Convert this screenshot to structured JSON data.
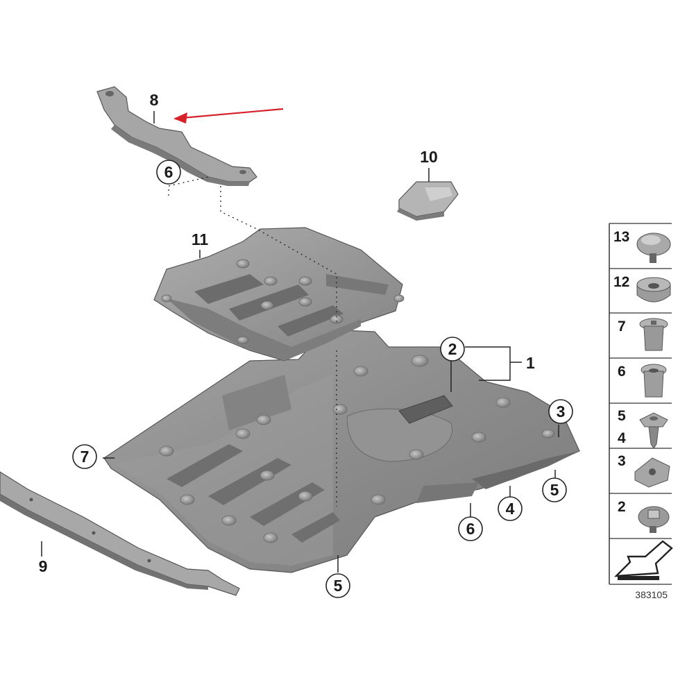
{
  "callouts": {
    "c1": "1",
    "c2": "2",
    "c3": "3",
    "c4": "4",
    "c5a": "5",
    "c5b": "5",
    "c6a": "6",
    "c6b": "6",
    "c7": "7",
    "c8": "8",
    "c9": "9",
    "c10": "10",
    "c11": "11"
  },
  "legend": {
    "items": [
      "13",
      "12",
      "7",
      "6",
      "5",
      "4",
      "3",
      "2"
    ]
  },
  "reference_number": "383105",
  "colors": {
    "part_fill": "#8f8f8f",
    "part_dark": "#6e6e6e",
    "part_light": "#b3b3b3",
    "arrow": "#d6202a",
    "line": "#222222"
  }
}
